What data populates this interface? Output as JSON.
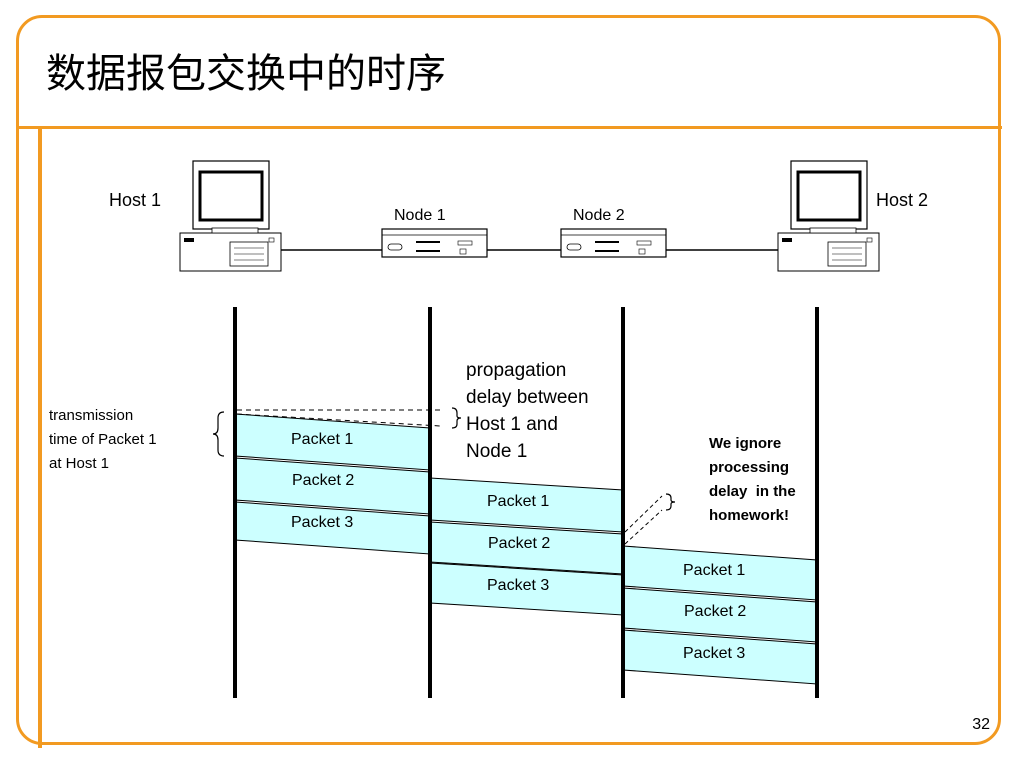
{
  "slide": {
    "title": "数据报包交换中的时序",
    "page_number": "32"
  },
  "colors": {
    "frame": "#f29a21",
    "packet_fill": "#ccffff"
  },
  "nodes": {
    "host1": "Host 1",
    "node1": "Node 1",
    "node2": "Node 2",
    "host2": "Host 2"
  },
  "annotations": {
    "transmission": [
      "transmission",
      "time of Packet 1",
      "at Host 1"
    ],
    "propagation": [
      "propagation",
      "delay between",
      "Host 1 and",
      "Node 1"
    ],
    "processing": [
      "We ignore",
      "processing",
      "delay  in the",
      "homework!"
    ]
  },
  "packets": {
    "p1": "Packet 1",
    "p2": "Packet 2",
    "p3": "Packet 3"
  },
  "icons": [
    "computer-icon",
    "router-icon",
    "brace-icon"
  ]
}
